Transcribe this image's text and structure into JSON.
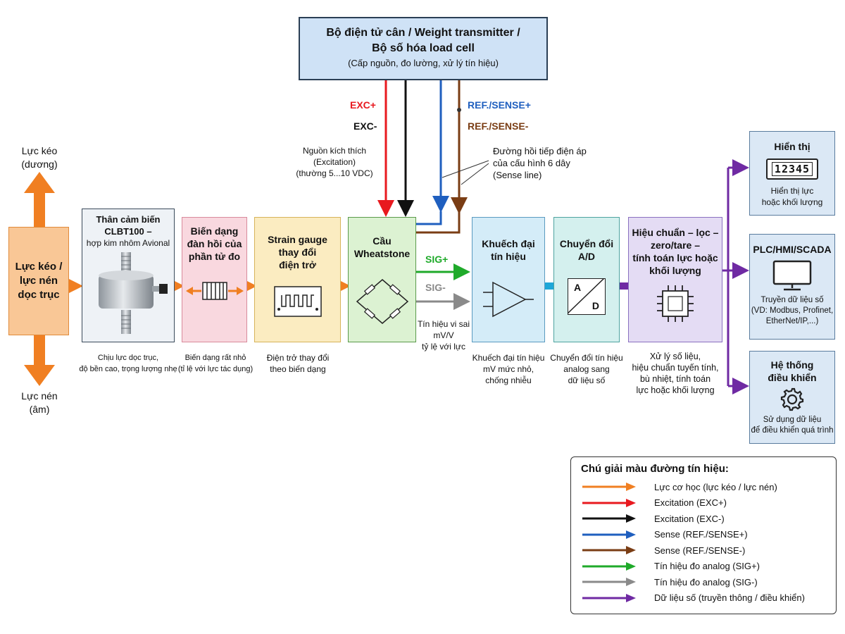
{
  "transmitter": {
    "title_line1": "Bộ điện tử cân / Weight transmitter /",
    "title_line2": "Bộ số hóa load cell",
    "subtitle": "(Cấp nguồn, đo lường, xử lý tín hiệu)"
  },
  "wires": {
    "exc_plus": "EXC+",
    "exc_minus": "EXC-",
    "sense_plus": "REF./SENSE+",
    "sense_minus": "REF./SENSE-",
    "excitation_note_1": "Nguồn kích thích",
    "excitation_note_2": "(Excitation)",
    "excitation_note_3": "(thường 5...10 VDC)",
    "sense_note_1": "Đường hồi tiếp điện áp",
    "sense_note_2": "của cấu hình 6 dây",
    "sense_note_3": "(Sense line)",
    "sig_plus": "SIG+",
    "sig_minus": "SIG-",
    "sig_note_1": "Tín hiệu vi sai",
    "sig_note_2": "mV/V",
    "sig_note_3": "tỷ lệ với lực"
  },
  "force": {
    "tension_1": "Lực kéo",
    "tension_2": "(dương)",
    "compression_1": "Lực nén",
    "compression_2": "(âm)",
    "box_1": "Lực kéo /",
    "box_2": "lực nén",
    "box_3": "dọc trục"
  },
  "blocks": {
    "body": {
      "t1": "Thân cảm biến",
      "t2": "CLBT100 –",
      "t3": "hợp kim nhôm Avional",
      "c1": "Chịu lực dọc trục,",
      "c2": "độ bền cao, trọng lượng nhẹ"
    },
    "deform": {
      "t1": "Biến dạng",
      "t2": "đàn hồi của",
      "t3": "phần tử đo",
      "c1": "Biến dạng rất nhỏ",
      "c2": "(tỉ lệ với lực tác dụng)"
    },
    "gauge": {
      "t1": "Strain gauge",
      "t2": "thay đổi",
      "t3": "điện trở",
      "c1": "Điện trở thay đổi",
      "c2": "theo biến dạng"
    },
    "bridge": {
      "t1": "Cầu",
      "t2": "Wheatstone"
    },
    "amp": {
      "t1": "Khuếch đại",
      "t2": "tín hiệu",
      "c1": "Khuếch đại tín hiệu",
      "c2": "mV mức nhỏ,",
      "c3": "chống nhiễu"
    },
    "adc": {
      "t1": "Chuyển đổi",
      "t2": "A/D",
      "a": "A",
      "d": "D",
      "c1": "Chuyển đổi tín hiệu",
      "c2": "analog sang",
      "c3": "dữ liệu số"
    },
    "calib": {
      "t1": "Hiệu chuẩn – lọc –",
      "t2": "zero/tare –",
      "t3": "tính toán lực hoặc",
      "t4": "khối lượng",
      "c1": "Xử lý số liệu,",
      "c2": "hiệu chuẩn tuyến tính,",
      "c3": "bù nhiệt, tính toán",
      "c4": "lực hoặc khối lượng"
    }
  },
  "outputs": {
    "display": {
      "title": "Hiển thị",
      "digits": "12345",
      "c1": "Hiển thị lực",
      "c2": "hoặc khối lượng"
    },
    "plc": {
      "title": "PLC/HMI/SCADA",
      "c1": "Truyền dữ liệu số",
      "c2": "(VD: Modbus, Profinet,",
      "c3": "EtherNet/IP,...)"
    },
    "control": {
      "t1": "Hệ thống",
      "t2": "điều khiển",
      "c1": "Sử dụng dữ liệu",
      "c2": "để điều khiển quá trình"
    }
  },
  "legend": {
    "title": "Chú giải màu đường tín hiệu:",
    "items": [
      {
        "color": "#f07f22",
        "label": "Lực cơ học (lực kéo / lực nén)"
      },
      {
        "color": "#e8191f",
        "label": "Excitation (EXC+)"
      },
      {
        "color": "#111111",
        "label": "Excitation (EXC-)"
      },
      {
        "color": "#1f5fbf",
        "label": "Sense (REF./SENSE+)"
      },
      {
        "color": "#7a3d14",
        "label": "Sense (REF./SENSE-)"
      },
      {
        "color": "#1faa2a",
        "label": "Tín hiệu đo analog (SIG+)"
      },
      {
        "color": "#8a8a8a",
        "label": "Tín hiệu đo analog (SIG-)"
      },
      {
        "color": "#6f2aa3",
        "label": "Dữ liệu số (truyền thông / điều khiển)"
      }
    ]
  }
}
